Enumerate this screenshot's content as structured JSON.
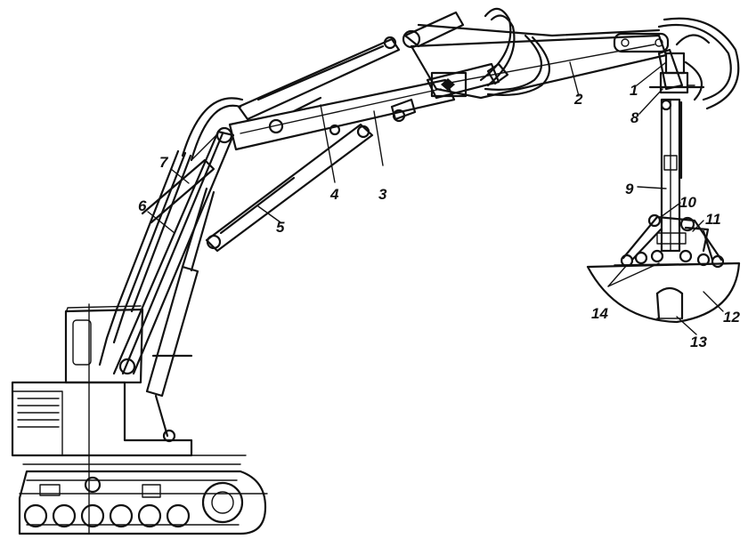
{
  "callouts": [
    {
      "id": "1",
      "text": "1"
    },
    {
      "id": "2",
      "text": "2"
    },
    {
      "id": "3",
      "text": "3"
    },
    {
      "id": "4",
      "text": "4"
    },
    {
      "id": "5",
      "text": "5"
    },
    {
      "id": "6",
      "text": "6"
    },
    {
      "id": "7",
      "text": "7"
    },
    {
      "id": "8",
      "text": "8"
    },
    {
      "id": "9",
      "text": "9"
    },
    {
      "id": "10",
      "text": "10"
    },
    {
      "id": "11",
      "text": "11"
    },
    {
      "id": "12",
      "text": "12"
    },
    {
      "id": "13",
      "text": "13"
    },
    {
      "id": "14",
      "text": "14"
    }
  ],
  "colors": {
    "ink": "#111111",
    "paper": "#ffffff"
  }
}
